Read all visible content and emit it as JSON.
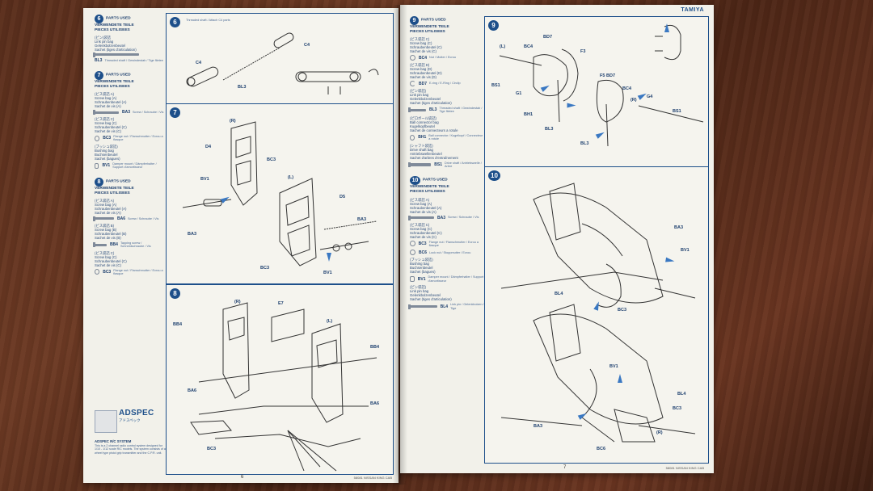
{
  "brand": "TAMIYA",
  "page_numbers": {
    "left": "6",
    "right": "7"
  },
  "footer": {
    "left": "58081 NISSAN KING CAB",
    "right": "58081 NISSAN KING CAB"
  },
  "left_column": {
    "sec6": {
      "num": "6",
      "heading": [
        "PARTS USED",
        "VERWENDETE TEILE",
        "PIECES UTILISEES"
      ],
      "bag": [
        "(ピン)袋詰",
        "Link pin bag",
        "Gelenkbolzenbeutel",
        "Sachet (tiges d'articulation)"
      ],
      "part_code": "BL3",
      "part_desc": "Threaded shaft / Gewindestab / Tige filetee"
    },
    "sec7": {
      "num": "7",
      "heading": [
        "PARTS USED",
        "VERWENDETE TEILE",
        "PIECES UTILISEES"
      ],
      "groups": [
        {
          "bag": [
            "(ビス袋詰 A)",
            "Screw bag (A)",
            "Schraubenbeutel (A)",
            "Sachet de vis (A)"
          ],
          "code": "BA3",
          "desc": "Screw / Schraube / Vis"
        },
        {
          "bag": [
            "(ビス袋詰 C)",
            "Screw bag (C)",
            "Schraubenbeutel (C)",
            "Sachet de vis (C)"
          ],
          "code": "BC3",
          "desc": "Flange nut / Flanschmutter / Ecrou a flasque"
        },
        {
          "bag": [
            "(ブッシュ袋詰)",
            "Bushing bag",
            "Buchsenbeutel",
            "Sachet (bagues)"
          ],
          "code": "BV1",
          "desc": "Damper mount / Dämpferhalter / Support d'amortisseur"
        }
      ]
    },
    "sec8": {
      "num": "8",
      "heading": [
        "PARTS USED",
        "VERWENDETE TEILE",
        "PIECES UTILISEES"
      ],
      "groups": [
        {
          "bag": [
            "(ビス袋詰 A)",
            "Screw bag (A)",
            "Schraubenbeutel (A)",
            "Sachet de vis (A)"
          ],
          "code": "BA6",
          "desc": "Screw / Schraube / Vis"
        },
        {
          "bag": [
            "(ビス袋詰 B)",
            "Screw bag (B)",
            "Schraubenbeutel (B)",
            "Sachet de vis (B)"
          ],
          "code": "BB4",
          "desc": "Tapping screw / Schneidschraube / Vis"
        },
        {
          "bag": [
            "(ビス袋詰 C)",
            "Screw bag (C)",
            "Schraubenbeutel (C)",
            "Sachet de vis (C)"
          ],
          "code": "BC3",
          "desc": "Flange nut / Flanschmutter / Ecrou a flasque"
        }
      ]
    },
    "adspec": {
      "logo": "ADSPEC",
      "sub": "アドスペック",
      "header": "ADSPEC R/C SYSTEM",
      "text": "This is a 2 channel radio control system designed for 1/10 - 1/12 scale R/C models. The system consists of a wheel type pistol grip transmitter and the C.P.R. unit."
    }
  },
  "left_panels": {
    "p6": {
      "num": "6",
      "labels": {
        "c4a": "C4",
        "c4b": "C4",
        "bl3": "BL3"
      },
      "note": "Threaded shaft / Attach C4 parts"
    },
    "p7": {
      "num": "7",
      "labels": {
        "r": "(R)",
        "l": "(L)",
        "d4": "D4",
        "d5": "D5",
        "bv1a": "BV1",
        "bv1b": "BV1",
        "bc3a": "BC3",
        "bc3b": "BC3",
        "ba3a": "BA3",
        "ba3b": "BA3"
      }
    },
    "p8": {
      "num": "8",
      "labels": {
        "r": "(R)",
        "l": "(L)",
        "e7": "E7",
        "bb4a": "BB4",
        "bb4b": "BB4",
        "ba6a": "BA6",
        "ba6b": "BA6",
        "bc3": "BC3"
      }
    }
  },
  "right_column": {
    "sec9": {
      "num": "9",
      "heading": [
        "PARTS USED",
        "VERWENDETE TEILE",
        "PIECES UTILISEES"
      ],
      "groups": [
        {
          "bag": [
            "(ビス袋詰 C)",
            "Screw bag (C)",
            "Schraubenbeutel (C)",
            "Sachet de vis (C)"
          ],
          "code": "BC4",
          "desc": "Nut / Mutter / Ecrou"
        },
        {
          "bag": [
            "(ビス袋詰 D)",
            "Screw bag (D)",
            "Schraubenbeutel (D)",
            "Sachet de vis (D)"
          ],
          "code": "BD7",
          "desc": "E-ring / E-Ring / Circlip"
        },
        {
          "bag": [
            "(ピン袋詰)",
            "Link pin bag",
            "Gelenkbolzenbeutel",
            "Sachet (tiges d'articulation)"
          ],
          "code": "BL3",
          "desc": "Threaded shaft / Gewindestab / Tige filetee"
        },
        {
          "bag": [
            "(ピロボール袋詰)",
            "Ball connector bag",
            "Kugelkopfbeutel",
            "Sachet de connecteurs a rotule"
          ],
          "code": "BH1",
          "desc": "Ball connector / Kugelkopf / Connecteur a rotule"
        },
        {
          "bag": [
            "(シャフト袋詰)",
            "Drive shaft bag",
            "Antriebswellenbeutel",
            "Sachet d'arbres d'entraînement"
          ],
          "code": "BS1",
          "desc": "Drive shaft / Antriebswelle / Arbre"
        }
      ]
    },
    "sec10": {
      "num": "10",
      "heading": [
        "PARTS USED",
        "VERWENDETE TEILE",
        "PIECES UTILISEES"
      ],
      "groups": [
        {
          "bag": [
            "(ビス袋詰 A)",
            "Screw bag (A)",
            "Schraubenbeutel (A)",
            "Sachet de vis (A)"
          ],
          "code": "BA3",
          "desc": "Screw / Schraube / Vis"
        },
        {
          "bag": [
            "(ビス袋詰 C)",
            "Screw bag (C)",
            "Schraubenbeutel (C)",
            "Sachet de vis (C)"
          ],
          "code": "BC3",
          "desc": "Flange nut / Flanschmutter / Ecrou a flasque"
        },
        {
          "bag": [
            "(ビス袋詰 C)",
            "Screw bag (C)",
            "Schraubenbeutel (C)",
            "Sachet de vis (C)"
          ],
          "code": "BC6",
          "desc": "Lock nut / Stoppmutter / Ecrou"
        },
        {
          "bag": [
            "(ブッシュ袋詰)",
            "Bushing bag",
            "Buchsenbeutel",
            "Sachet (bagues)"
          ],
          "code": "BV1",
          "desc": "Damper mount / Dämpferhalter / Support d'amortisseur"
        },
        {
          "bag": [
            "(ピン袋詰)",
            "Link pin bag",
            "Gelenkbolzenbeutel",
            "Sachet (tiges d'articulation)"
          ],
          "code": "BL4",
          "desc": "Link pin / Gelenkbolzen / Tige"
        }
      ]
    }
  },
  "right_panels": {
    "p9": {
      "num": "9",
      "labels": {
        "l": "(L)",
        "r": "(R)",
        "bd7a": "BD7",
        "bd7b": "BD7",
        "bc4a": "BC4",
        "bc4b": "BC4",
        "bs1a": "BS1",
        "bs1b": "BS1",
        "bh1": "BH1",
        "bl3a": "BL3",
        "bl3b": "BL3",
        "f5": "F5",
        "f3": "F3",
        "g1": "G1",
        "g4": "G4"
      }
    },
    "p10": {
      "num": "10",
      "labels": {
        "ba3a": "BA3",
        "ba3b": "BA3",
        "bv1a": "BV1",
        "bv1b": "BV1",
        "bl4a": "BL4",
        "bl4b": "BL4",
        "bc3a": "BC3",
        "bc3b": "BC3",
        "bc6": "BC6",
        "r": "(R)"
      }
    }
  }
}
